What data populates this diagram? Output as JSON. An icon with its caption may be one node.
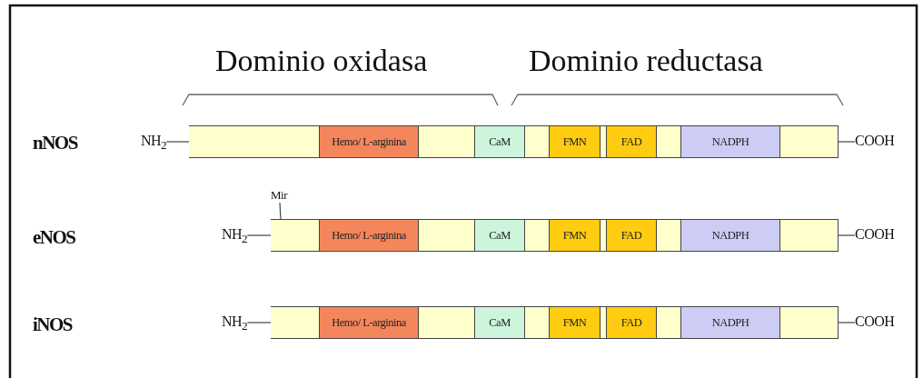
{
  "diagram": {
    "nodes": [
      {
        "text": [
          "NH$_{2}$"
        ]
      },
      {
        "text": [],
        "shape": "bar"
      },
      {
        "text": [],
        "shape": "box",
        "in": 1
      },
      {
        "text": [
          "Hemo/ L-arginina"
        ],
        "in": 1
      },
      {
        "text": [],
        "shape": "box",
        "in": 1
      },
      {
        "text": [
          "CaM"
        ],
        "in": 1
      },
      {
        "text": [],
        "shape": "box",
        "in": 1
      },
      {
        "text": [
          "FMN"
        ],
        "in": 1
      },
      {
        "text": [],
        "shape": "box",
        "in": 1
      },
      {
        "text": [
          "FAD"
        ],
        "in": 1
      },
      {
        "text": [],
        "shape": "box",
        "in": 1
      },
      {
        "text": [
          "NADPH"
        ],
        "in": 1
      },
      {
        "text": [],
        "shape": "box",
        "in": 1
      },
      {
        "text": [
          "COOH"
        ]
      },
      {
        "text": [
          "Mir"
        ]
      },
      {
        "text": [
          "NH$_{2}$"
        ]
      },
      {
        "text": [],
        "shape": "bar"
      },
      {
        "text": [],
        "shape": "box",
        "in": 16
      },
      {
        "text": [
          "Hemo/ L-arginina"
        ],
        "in": 16
      },
      {
        "text": [],
        "shape": "box",
        "in": 16
      },
      {
        "text": [
          "CaM"
        ],
        "in": 16
      },
      {
        "text": [],
        "shape": "box",
        "in": 16
      },
      {
        "text": [
          "FMN"
        ],
        "in": 16
      },
      {
        "text": [],
        "shape": "box",
        "in": 16
      },
      {
        "text": [
          "FAD"
        ],
        "in": 16
      },
      {
        "text": [],
        "shape": "box",
        "in": 16
      },
      {
        "text": [
          "NADPH"
        ],
        "in": 16
      },
      {
        "text": [],
        "shape": "box",
        "in": 16
      },
      {
        "text": [
          "COOH"
        ]
      },
      {
        "text": [
          "NH$_{2}$"
        ]
      },
      {
        "text": [],
        "shape": "bar"
      },
      {
        "text": [],
        "shape": "box",
        "in": 30
      },
      {
        "text": [
          "Hemo/ L-arginina"
        ],
        "in": 30
      },
      {
        "text": [],
        "shape": "box",
        "in": 30
      },
      {
        "text": [
          "CaM"
        ],
        "in": 30
      },
      {
        "text": [],
        "shape": "box",
        "in": 30
      },
      {
        "text": [
          "FMN"
        ],
        "in": 30
      },
      {
        "text": [],
        "shape": "box",
        "in": 30
      },
      {
        "text": [
          "FAD"
        ],
        "in": 30
      },
      {
        "text": [],
        "shape": "box",
        "in": 30
      },
      {
        "text": [
          "NADPH"
        ],
        "in": 30
      },
      {
        "text": [],
        "shape": "box",
        "in": 30
      },
      {
        "text": [
          "COOH"
        ]
      }
    ],
    "edges": [
      {
        "from": 0,
        "to": 1,
        "arrow": "none"
      },
      {
        "from": 1,
        "to": 13,
        "arrow": "none"
      },
      {
        "from": 14,
        "to": 17,
        "arrow": "none"
      },
      {
        "from": 15,
        "to": 16,
        "arrow": "none"
      },
      {
        "from": 16,
        "to": 28,
        "arrow": "none"
      },
      {
        "from": 29,
        "to": 30,
        "arrow": "none"
      },
      {
        "from": 30,
        "to": 42,
        "arrow": "none"
      }
    ],
    "labels": [
      "Dominio oxidasa",
      "Dominio reductasa",
      "nNOS",
      "eNOS",
      "iNOS"
    ]
  }
}
